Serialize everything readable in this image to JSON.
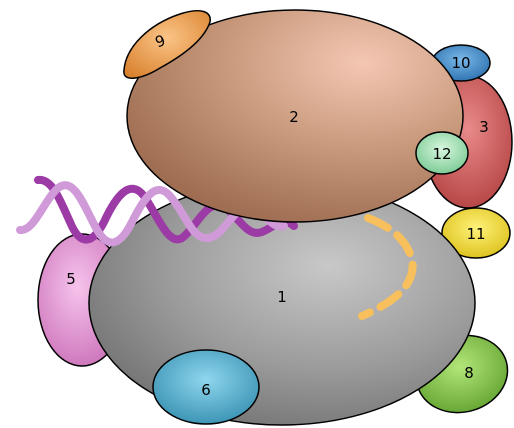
{
  "subunits": [
    {
      "id": "1",
      "label": "1",
      "shape": "ellipse",
      "color": "#9c9c9c",
      "shade": "#6f6f6f"
    },
    {
      "id": "2",
      "label": "2",
      "shape": "ellipse",
      "color": "#c99a7c",
      "shade": "#9e6d52"
    },
    {
      "id": "3",
      "label": "3",
      "shape": "ellipse",
      "color": "#d25e5e",
      "shade": "#b03d3d"
    },
    {
      "id": "5",
      "label": "5",
      "shape": "ellipse",
      "color": "#e79ad6",
      "shade": "#c96cb6"
    },
    {
      "id": "6",
      "label": "6",
      "shape": "ellipse",
      "color": "#5fb9d8",
      "shade": "#2f8aac"
    },
    {
      "id": "8",
      "label": "8",
      "shape": "ellipse",
      "color": "#86c94a",
      "shade": "#5b9d29"
    },
    {
      "id": "9",
      "label": "9",
      "shape": "rounded-tab",
      "color": "#f4a554",
      "shade": "#d9822e"
    },
    {
      "id": "10",
      "label": "10",
      "shape": "ellipse",
      "color": "#3d8ecf",
      "shade": "#2368a8"
    },
    {
      "id": "11",
      "label": "11",
      "shape": "ellipse",
      "color": "#f5dd2c",
      "shade": "#d8bb10"
    },
    {
      "id": "12",
      "label": "12",
      "shape": "ellipse",
      "color": "#a8e8b8",
      "shade": "#6fc48a"
    }
  ],
  "dna_strands": [
    {
      "id": "template-strand",
      "color": "#9c3aa6"
    },
    {
      "id": "nontemplate-strand",
      "color": "#d09ad8"
    }
  ],
  "rna_transcript": {
    "color": "#f7c05c",
    "style": "dashed"
  }
}
